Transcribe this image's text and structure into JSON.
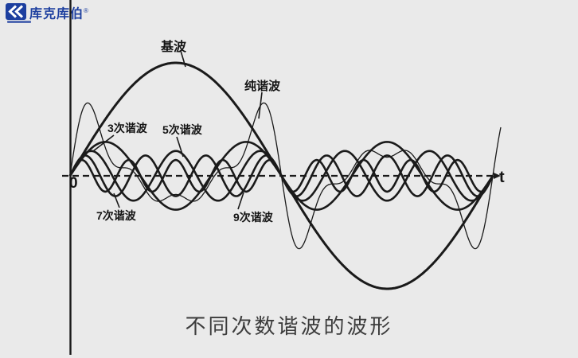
{
  "logo": {
    "brand": "库克库伯",
    "registered": "®",
    "color": "#1d3f9f"
  },
  "caption": "不同次数谐波的波形",
  "axis": {
    "origin_label": "0",
    "time_label": "t"
  },
  "labels": {
    "fundamental": "基波",
    "pure_harmonic": "纯谐波",
    "h3": "3次谐波",
    "h5": "5次谐波",
    "h7": "7次谐波",
    "h9": "9次谐波"
  },
  "colors": {
    "background": "#eaeaea",
    "ink": "#1a1a1a",
    "logo_blue": "#1d3f9f",
    "caption_gray": "#3c3c3c"
  },
  "chart_data": {
    "type": "line",
    "title": "不同次数谐波的波形",
    "x_axis": {
      "origin_label": "0",
      "end_label": "t",
      "range_shown": "one fundamental period"
    },
    "y_axis": {
      "baseline": "dashed zero line",
      "grid": false
    },
    "legend_position": "inline leader-line labels",
    "series": [
      {
        "id": "fundamental",
        "name": "基波",
        "harmonic_order": 1,
        "relative_amplitude": 1.0,
        "phase_deg": 0
      },
      {
        "id": "h3",
        "name": "3次谐波",
        "harmonic_order": 3,
        "relative_amplitude": 0.3,
        "phase_deg": 0
      },
      {
        "id": "h5",
        "name": "5次谐波",
        "harmonic_order": 5,
        "relative_amplitude": 0.22,
        "phase_deg": 0
      },
      {
        "id": "h7",
        "name": "7次谐波",
        "harmonic_order": 7,
        "relative_amplitude": 0.18,
        "phase_deg": 0
      },
      {
        "id": "h9",
        "name": "9次谐波",
        "harmonic_order": 9,
        "relative_amplitude": 0.14,
        "phase_deg": 0
      },
      {
        "id": "pure",
        "name": "纯谐波",
        "composite_of": [
          3,
          5,
          7,
          9
        ],
        "relative_amplitudes": [
          0.333,
          0.2,
          0.143,
          0.111
        ]
      }
    ]
  }
}
